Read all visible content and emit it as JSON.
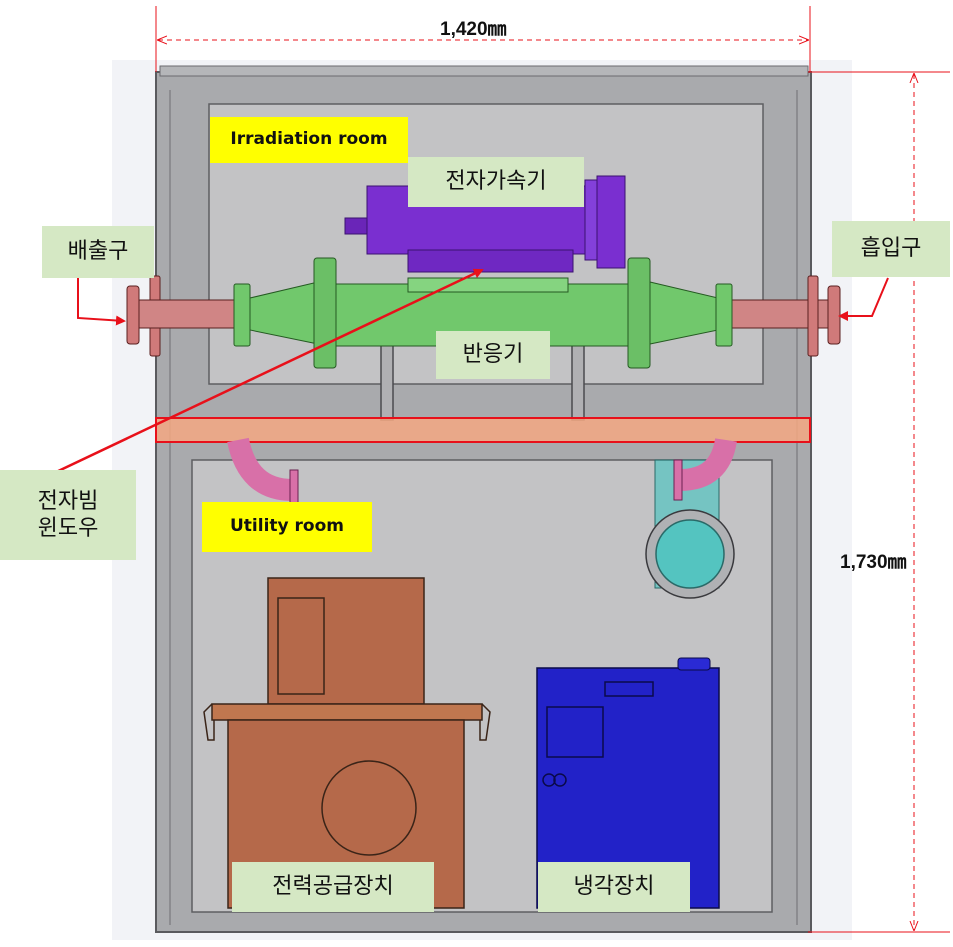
{
  "dimensions": {
    "width_label": "1,420㎜",
    "height_label": "1,730㎜"
  },
  "rooms": {
    "irradiation": "Irradiation room",
    "utility": "Utility room"
  },
  "labels": {
    "accelerator": "전자가속기",
    "outlet": "배출구",
    "inlet": "흡입구",
    "reactor": "반응기",
    "beam_window": "전자빔\n윈도우",
    "power_supply": "전력공급장치",
    "cooling_unit": "냉각장치"
  },
  "colors": {
    "frame": "#a9aaad",
    "room_bg": "#c3c3c5",
    "accelerator": "#7a2fd0",
    "reactor": "#71c86c",
    "pipe": "#d07a7a",
    "power_supply": "#b5694a",
    "cooling_unit": "#2222c8",
    "duct": "#54c4c0",
    "window_band": "#f4a882",
    "annotation": "#e8101a",
    "label_bg": "#d5e8c4",
    "room_label_bg": "#ffff00"
  }
}
